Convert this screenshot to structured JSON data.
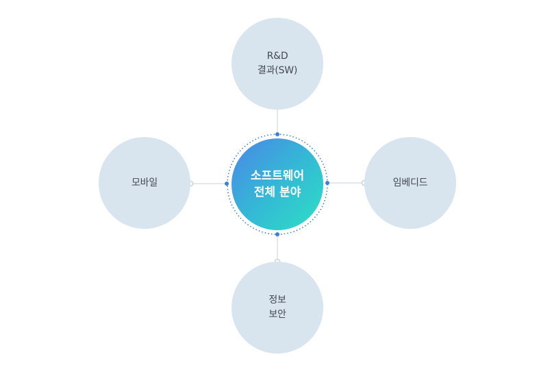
{
  "center": {
    "line1": "소프트웨어",
    "line2": "전체 분야"
  },
  "nodes": {
    "top": {
      "line1": "R&D",
      "line2": "결과(SW)"
    },
    "left": {
      "label": "모바일"
    },
    "right": {
      "label": "임베디드"
    },
    "bottom": {
      "line1": "정보",
      "line2": "보안"
    }
  },
  "colors": {
    "node_fill": "#d8e4ee",
    "center_gradient_start": "#4b86e6",
    "center_gradient_end": "#2de0c4",
    "accent_dot": "#3d7fd4",
    "connector_line": "#c9d3dc"
  }
}
